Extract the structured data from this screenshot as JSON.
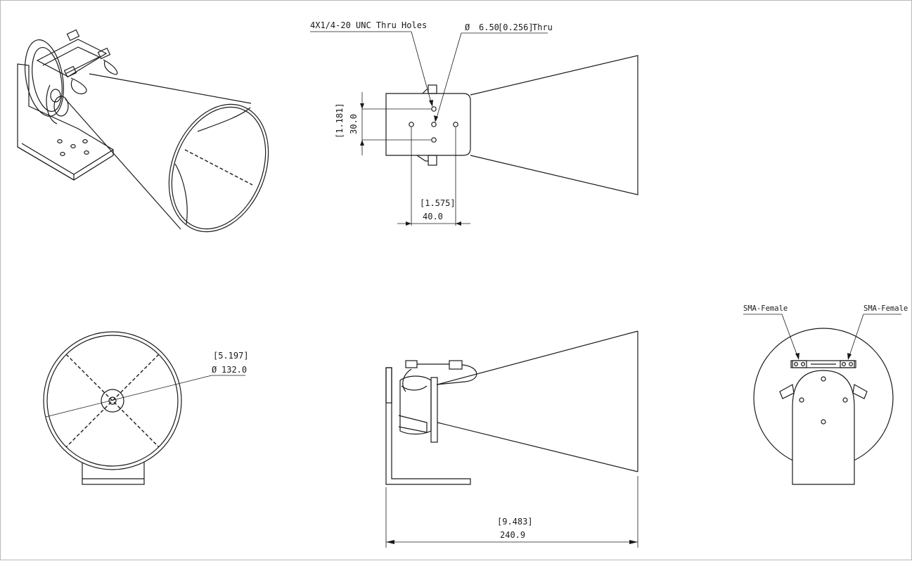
{
  "notes": {
    "thru_holes": "4X1/4-20 UNC Thru Holes",
    "hole_dia_symbol": "Ø",
    "hole_dia_mm": "6.50",
    "hole_dia_in": "[0.256]",
    "hole_thru": "Thru",
    "sma_left": "SMA-Female",
    "sma_right": "SMA-Female"
  },
  "dimensions": {
    "hole_vertical_in": "[1.181]",
    "hole_vertical_mm": "30.0",
    "hole_horizontal_in": "[1.575]",
    "hole_horizontal_mm": "40.0",
    "aperture_in": "[5.197]",
    "aperture_symbol": "Ø",
    "aperture_mm": "132.0",
    "length_in": "[9.483]",
    "length_mm": "240.9"
  },
  "views": {
    "isometric": "isometric-view",
    "top": "top-view",
    "front": "front-view",
    "side": "side-view",
    "rear": "rear-view"
  }
}
